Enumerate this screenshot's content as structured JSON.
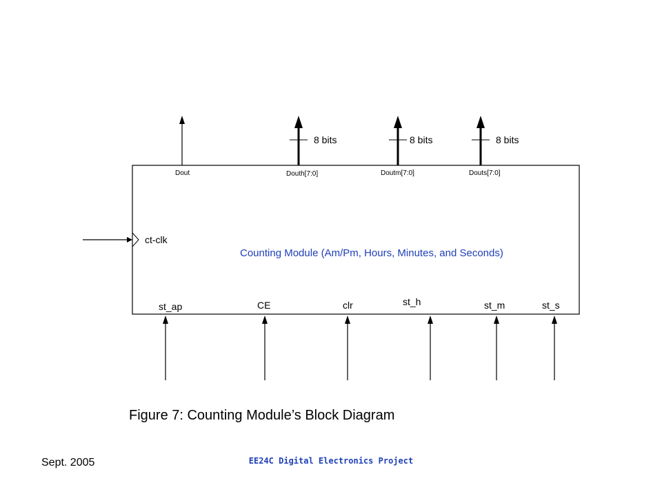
{
  "block": {
    "title": "Counting Module (Am/Pm, Hours, Minutes, and Seconds)",
    "clock_label": "ct-clk"
  },
  "outputs": {
    "dout": "Dout",
    "douth": "Douth[7:0]",
    "doutm": "Doutm[7:0]",
    "douts": "Douts[7:0]",
    "bus_width_h": "8 bits",
    "bus_width_m": "8 bits",
    "bus_width_s": "8 bits"
  },
  "inputs": {
    "st_ap": "st_ap",
    "ce": "CE",
    "clr": "clr",
    "st_h": "st_h",
    "st_m": "st_m",
    "st_s": "st_s"
  },
  "caption": "Figure 7: Counting Module’s Block Diagram",
  "footer": {
    "date": "Sept. 2005",
    "project": "EE24C Digital Electronics Project"
  },
  "colors": {
    "title_text": "#1f3fb8",
    "footer_text": "#1f3fb8",
    "lines": "#000000"
  }
}
